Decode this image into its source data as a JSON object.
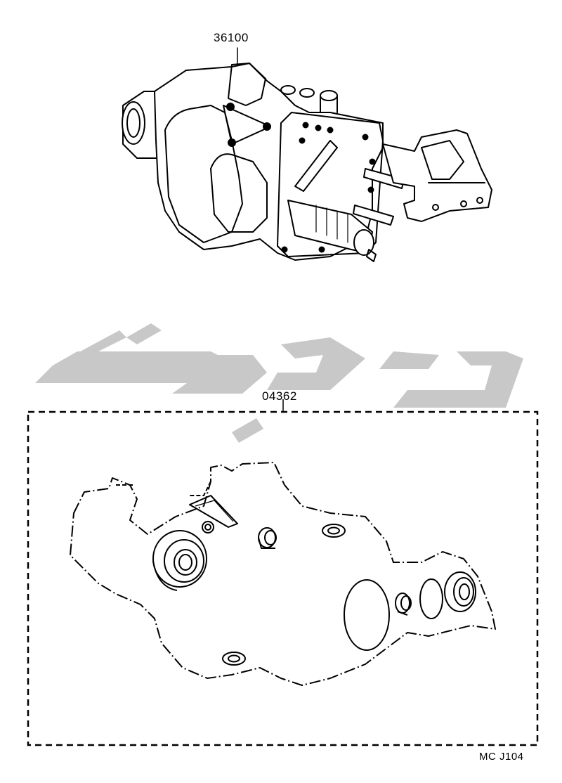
{
  "labels": {
    "assembly_part_no": "36100",
    "kit_part_no": "04362",
    "figure_ref": "MC J104"
  },
  "watermark": {
    "color": "#c8c8c8"
  },
  "colors": {
    "line": "#000000",
    "background": "#ffffff"
  }
}
